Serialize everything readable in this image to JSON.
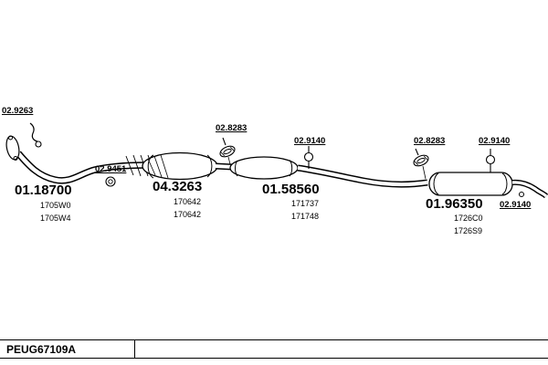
{
  "page": {
    "drawing_code": "PEUG67109A"
  },
  "labels": {
    "hanger_front": "02.9263",
    "front_pipe": {
      "number": "01.18700",
      "refs": [
        "1705W0",
        "1705W4"
      ]
    },
    "gasket_ring": "02.9451",
    "catalyst": {
      "number": "04.3263",
      "refs": [
        "170642",
        "170642"
      ]
    },
    "clamp_mid": "02.8283",
    "hanger_mid": "02.9140",
    "centre_silencer": {
      "number": "01.58560",
      "refs": [
        "171737",
        "171748"
      ]
    },
    "clamp_rear": "02.8283",
    "hanger_rear": "02.9140",
    "rear_silencer": {
      "number": "01.96350",
      "refs": [
        "1726C0",
        "1726S9"
      ]
    },
    "hanger_tail": "02.9140"
  }
}
